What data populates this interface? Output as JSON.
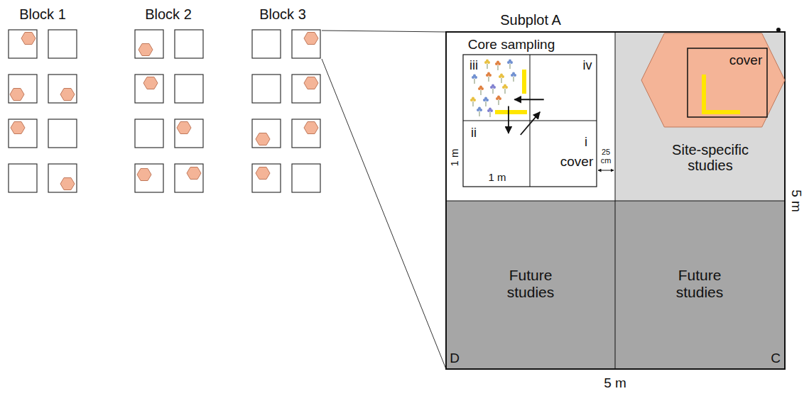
{
  "diagram": {
    "nodes": [
      {
        "text": [
          "Subplot A"
        ]
      },
      {
        "text": [
          "Core sampling"
        ],
        "in": 0
      },
      {
        "text": [
          "iii"
        ],
        "in": 1
      },
      {
        "text": [
          "iv"
        ],
        "in": 1
      },
      {
        "text": [
          "ii"
        ],
        "in": 1
      },
      {
        "text": [
          "i",
          "cover"
        ],
        "in": 1
      },
      {
        "text": [
          "Site-specific studies"
        ]
      },
      {
        "text": [
          "cover"
        ],
        "in": 6
      },
      {
        "text": [
          "Future studies",
          "D"
        ]
      },
      {
        "text": [
          "Future studies",
          "C"
        ]
      }
    ],
    "edges": [
      {
        "from": 3,
        "to": 2,
        "arrow": "to"
      },
      {
        "from": 2,
        "to": 4,
        "arrow": "to"
      },
      {
        "from": 4,
        "to": 3,
        "arrow": "to"
      }
    ],
    "labels": [
      "Block 1",
      "Block 2",
      "Block 3",
      "1 m",
      "1 m",
      "25 cm",
      "5 m",
      "5 m"
    ]
  }
}
